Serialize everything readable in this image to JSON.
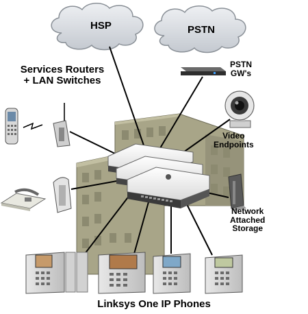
{
  "clouds": {
    "hsp": "HSP",
    "pstn": "PSTN"
  },
  "labels": {
    "routers_line1": "Services Routers",
    "routers_line2": "+ LAN Switches",
    "pstn_gw_line1": "PSTN",
    "pstn_gw_line2": "GW's",
    "video_line1": "Video",
    "video_line2": "Endpoints",
    "nas_line1": "Network",
    "nas_line2": "Attached",
    "nas_line3": "Storage",
    "phones": "Linksys One IP Phones"
  },
  "colors": {
    "cloud_fill": "#d9dde3",
    "cloud_stroke": "#8a9097",
    "building": "#a8a588",
    "building_dark": "#7f7c64",
    "window": "#8c8a70",
    "device_white": "#f3f3f3",
    "device_gray": "#3a3a3a",
    "line": "#000000"
  }
}
